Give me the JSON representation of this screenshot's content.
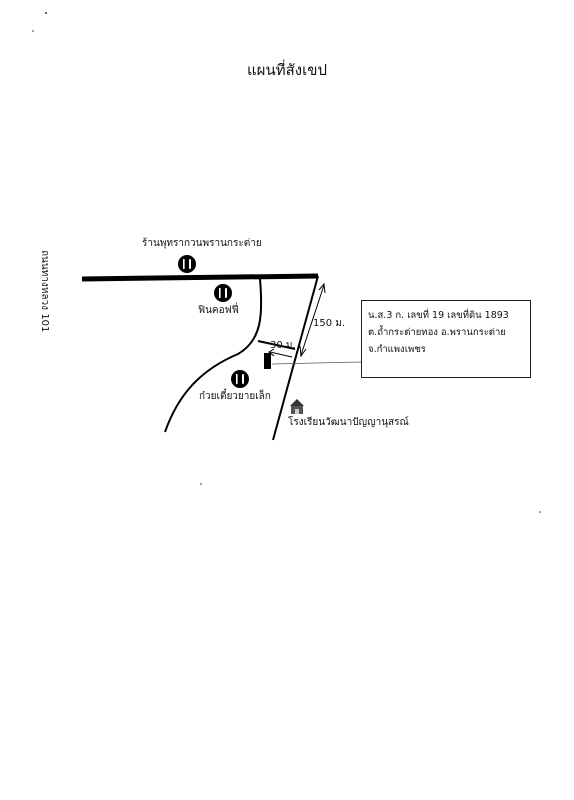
{
  "title": "แผนที่สังเขป",
  "road_label": "ถนนทางหลวง 101",
  "places": {
    "restaurant_top": "ร้านพุทรากวนพรานกระต่าย",
    "coffee": "ฟินคอฟฟี่",
    "noodle": "ก๋วยเตี๋ยวยายเล็ก",
    "school": "โรงเรียนวัฒนาปัญญานุสรณ์"
  },
  "distances": {
    "long": "150 ม.",
    "short": "30 ม."
  },
  "info": {
    "line1": "น.ส.3 ก. เลขที่ 19  เลขที่ดิน 1893",
    "line2": "ต.ถ้ำกระต่ายทอง  อ.พรานกระต่าย",
    "line3": "จ.กำแพงเพชร"
  },
  "icons": [
    "restaurant-icon",
    "school-icon"
  ]
}
